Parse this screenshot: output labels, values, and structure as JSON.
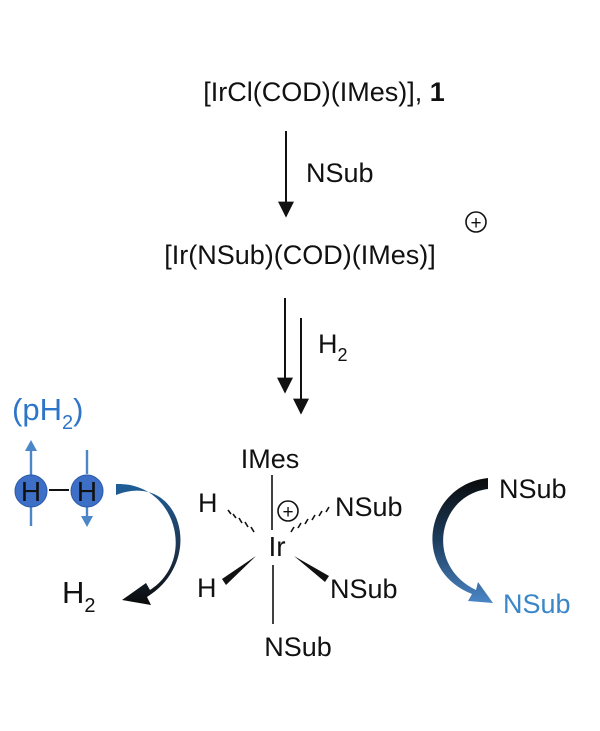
{
  "step1": {
    "compound": "[IrCl(COD)(IMes)], ",
    "compound_number": "1"
  },
  "arrow1": {
    "reagent": "NSub"
  },
  "step2": {
    "compound": "[Ir(NSub)(COD)(IMes)]",
    "charge": "+"
  },
  "arrow2": {
    "reagent_main": "H",
    "reagent_sub": "2"
  },
  "para_hydrogen": {
    "label_open": "(pH",
    "label_sub": "2",
    "label_close": ")",
    "atom_left": "H",
    "atom_right": "H",
    "color": "#2e74c8"
  },
  "released_h2": {
    "main": "H",
    "sub": "2"
  },
  "complex": {
    "axial_top": "IMes",
    "axial_bottom": "NSub",
    "metal": "Ir",
    "charge": "+",
    "hydride_upper": "H",
    "hydride_lower": "H",
    "ligand_upper_right": "NSub",
    "ligand_lower_right": "NSub"
  },
  "exchange": {
    "incoming": "NSub",
    "outgoing": "NSub",
    "outgoing_color": "#3a86c8"
  }
}
